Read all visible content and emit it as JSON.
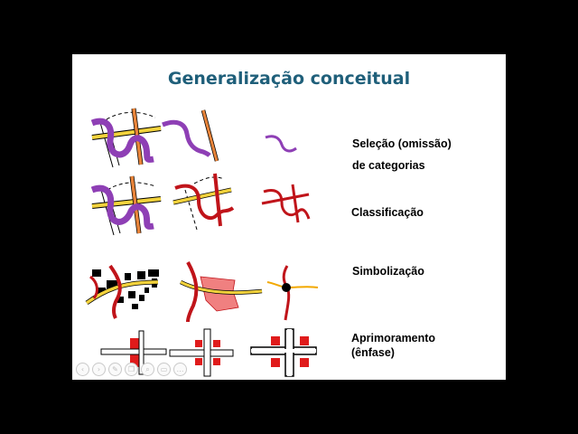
{
  "slide": {
    "title": "Generalização conceitual",
    "labels": {
      "selecao_line1": "Seleção (omissão)",
      "selecao_line2": "de categorias",
      "classificacao": "Classificação",
      "simbolizacao": "Simbolização",
      "aprimoramento_line1": "Aprimoramento",
      "aprimoramento_line2": "(ênfase)"
    }
  },
  "colors": {
    "title": "#1f5f7a",
    "purple": "#8e3fb5",
    "orange": "#e8843a",
    "yellow": "#f2d23c",
    "dark_red": "#c0141a",
    "red": "#e01b1b",
    "pink": "#f08080"
  },
  "toolbar": {
    "buttons": [
      {
        "name": "previous-slide-icon",
        "glyph": "‹"
      },
      {
        "name": "next-slide-icon",
        "glyph": "›"
      },
      {
        "name": "pen-icon",
        "glyph": "✎"
      },
      {
        "name": "copy-icon",
        "glyph": "❐"
      },
      {
        "name": "zoom-icon",
        "glyph": "⌕"
      },
      {
        "name": "screen-icon",
        "glyph": "▭"
      },
      {
        "name": "more-options-icon",
        "glyph": "…"
      }
    ]
  }
}
